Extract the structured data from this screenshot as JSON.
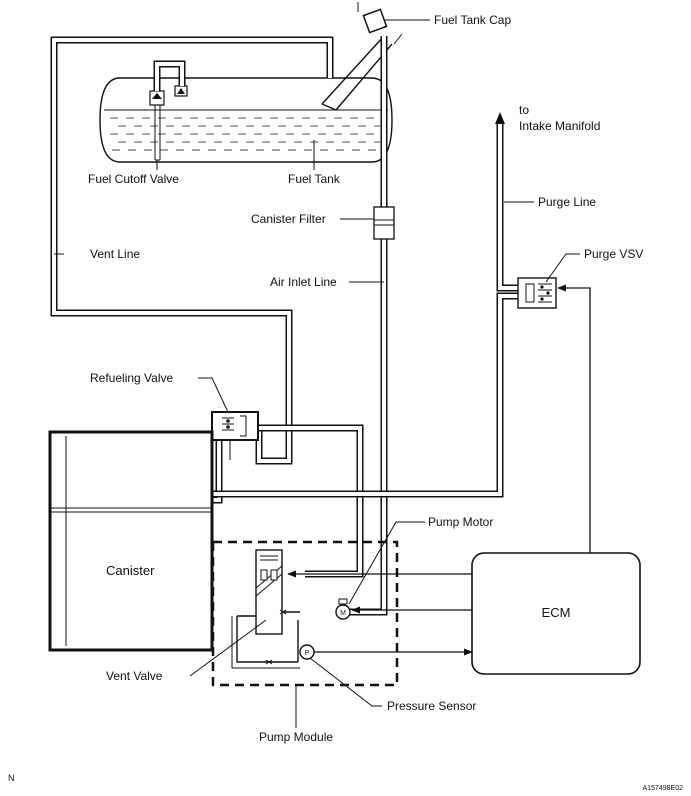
{
  "labels": {
    "fuel_tank_cap": "Fuel Tank Cap",
    "fuel_cutoff_valve": "Fuel Cutoff Valve",
    "fuel_tank": "Fuel Tank",
    "to": "to",
    "intake_manifold": "Intake Manifold",
    "purge_line": "Purge Line",
    "canister_filter": "Canister Filter",
    "vent_line": "Vent Line",
    "purge_vsv": "Purge VSV",
    "air_inlet_line": "Air Inlet Line",
    "refueling_valve": "Refueling Valve",
    "pump_motor": "Pump Motor",
    "canister": "Canister",
    "ecm": "ECM",
    "vent_valve": "Vent Valve",
    "pressure_sensor": "Pressure Sensor",
    "pump_module": "Pump Module",
    "motor_symbol": "M",
    "pressure_symbol": "P"
  },
  "footer": {
    "corner_left": "N",
    "figure_code": "A157498E02"
  }
}
